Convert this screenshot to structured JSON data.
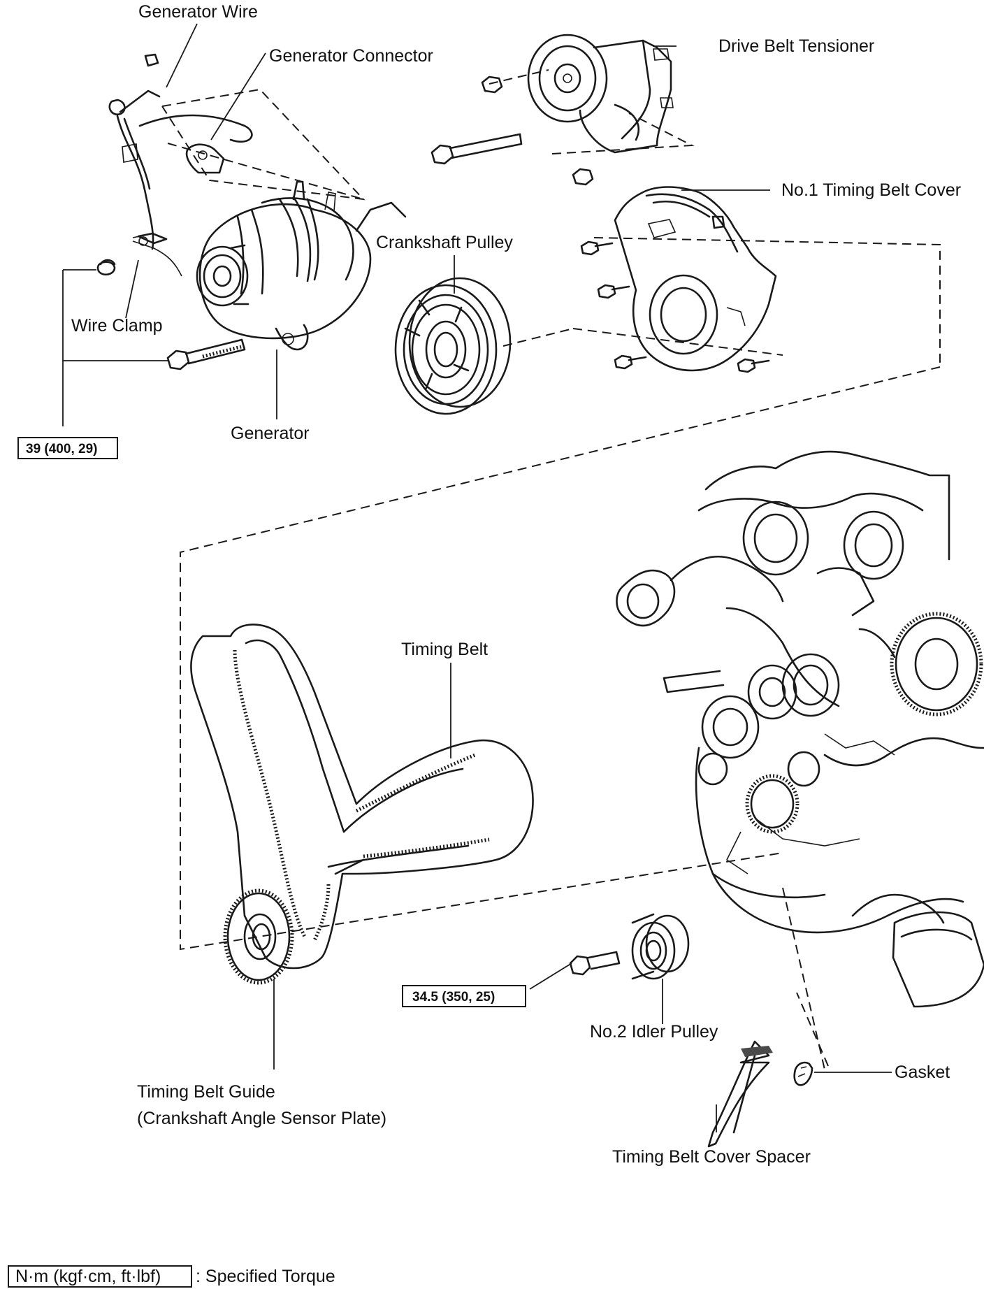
{
  "labels": {
    "generator_wire": "Generator Wire",
    "generator_connector": "Generator Connector",
    "drive_belt_tensioner": "Drive Belt Tensioner",
    "no1_timing_belt_cover": "No.1 Timing Belt Cover",
    "crankshaft_pulley": "Crankshaft Pulley",
    "wire_clamp": "Wire Clamp",
    "generator": "Generator",
    "timing_belt": "Timing Belt",
    "no2_idler_pulley": "No.2 Idler Pulley",
    "gasket": "Gasket",
    "timing_belt_guide_line1": "Timing Belt Guide",
    "timing_belt_guide_line2": "(Crankshaft Angle Sensor Plate)",
    "timing_belt_cover_spacer": "Timing Belt Cover Spacer"
  },
  "torques": {
    "generator_bolts": "39 (400, 29)",
    "idler_pulley_bolt": "34.5 (350, 25)"
  },
  "legend": {
    "unit_box": "N·m (kgf·cm, ft·lbf)",
    "description": ": Specified Torque"
  }
}
